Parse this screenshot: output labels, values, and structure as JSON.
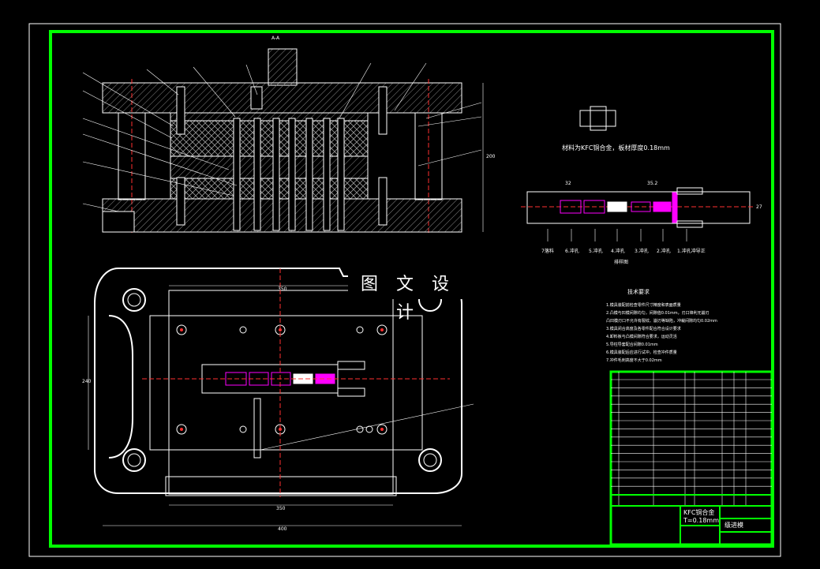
{
  "watermark": "图 文 设 计",
  "section_label": "A-A",
  "strip_note": "材料为KFC铜合金，板材厚度0.18mm",
  "strip_labels": [
    "7落料",
    "6.冲孔",
    "5.冲孔",
    "4.冲孔",
    "3.冲孔",
    "2.冲孔",
    "1.冲孔冲导正"
  ],
  "strip_caption": "排样图",
  "tech_title": "技术要求",
  "tech_notes": [
    "1.模具装配前检查零件尺寸精度和表面质量",
    "2.凸模与凹模间隙均匀，间隙值0.01mm，刃口锋利无崩刃",
    "   凸凹模刃口不允许有裂纹、崩刃等缺陷，冲裁间隙均匀0.02mm",
    "3.模具闭合高度及各零件配合符合设计要求",
    "4.卸料板与凸模间隙符合要求，运动灵活",
    "5.导柱导套配合间隙0.01mm",
    "6.模具装配后应进行试冲，检查冲件质量",
    "7.冲件毛刺高度不大于0.02mm"
  ],
  "dimensions": {
    "inner_width": "350",
    "outer_width": "400",
    "lower_width": "350",
    "height": "240",
    "side": "200",
    "strip_width": "27",
    "pitch": "35.2",
    "small": "32"
  },
  "title_block": {
    "material": "KFC铜合金",
    "thickness": "T=0.18mm",
    "drawing_name": "级进模"
  },
  "colors": {
    "border": "#00ff00",
    "lines": "#ffffff",
    "accent": "#ff00ff",
    "centerline": "#ff3030",
    "hatch": "#888888"
  }
}
